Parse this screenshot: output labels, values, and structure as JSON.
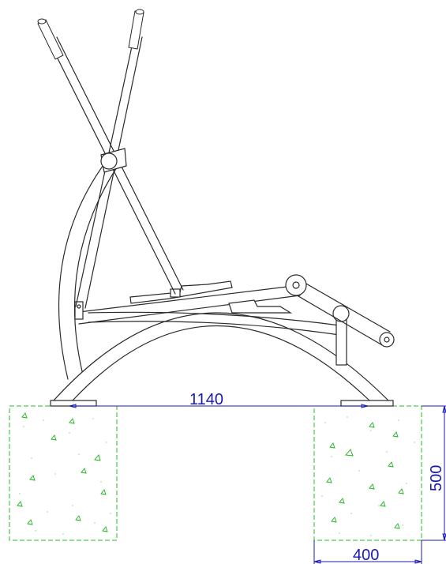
{
  "dimensions": {
    "span_width": "1140",
    "foundation_depth": "500",
    "foundation_width": "400"
  },
  "colors": {
    "line": "#2a2a2a",
    "foundation": "#1fc21f",
    "dimension": "#1a1ab0"
  }
}
